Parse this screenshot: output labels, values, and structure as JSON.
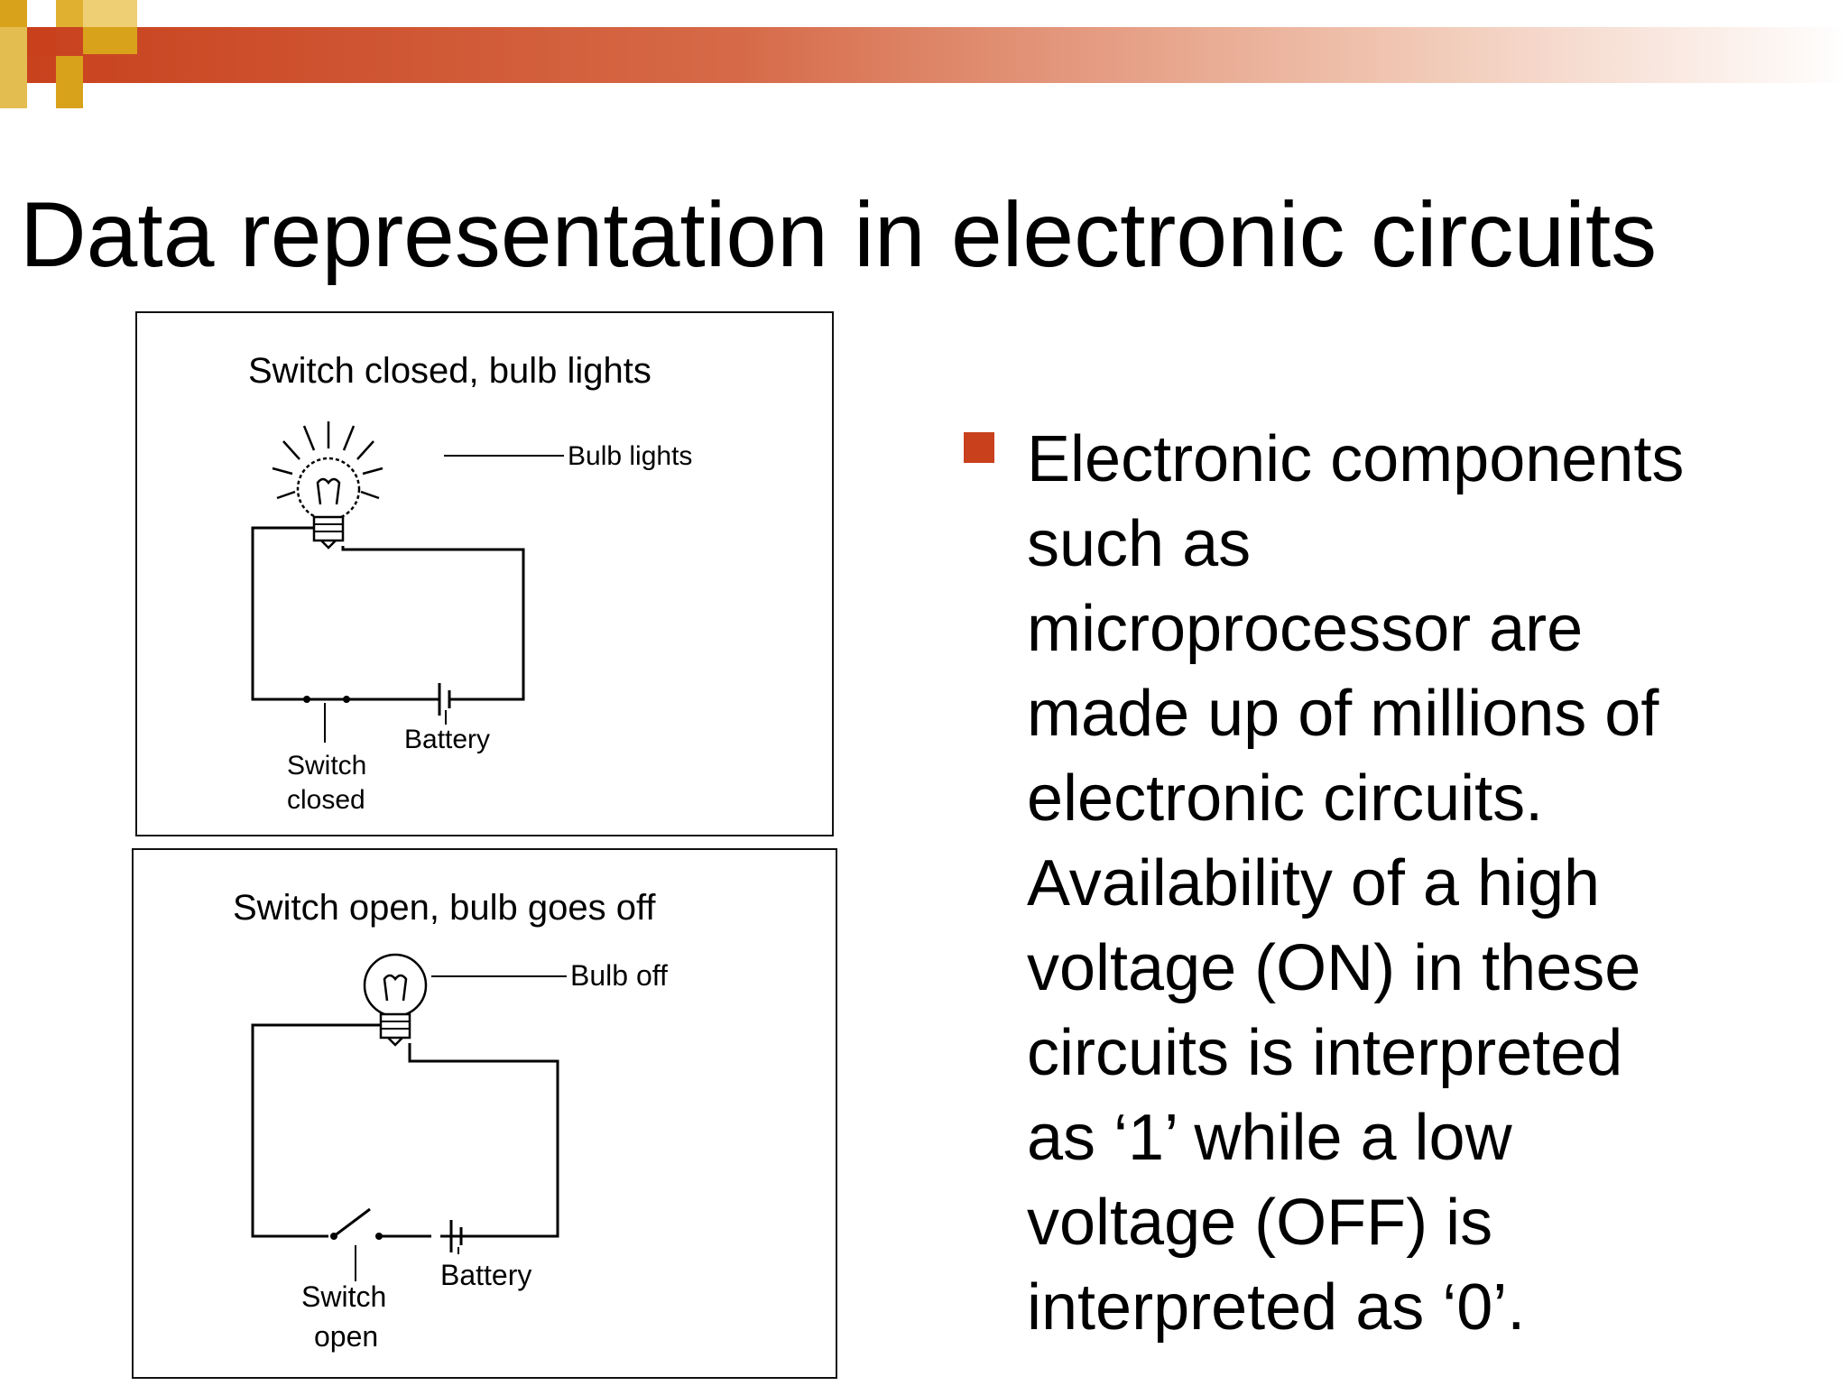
{
  "slide": {
    "title": "Data representation in electronic circuits",
    "accent_color": "#c8401c",
    "highlight_color": "#d9a21b"
  },
  "diagrams": [
    {
      "caption": "Switch closed, bulb lights",
      "bulb_label": "Bulb lights",
      "battery_label": "Battery",
      "switch_label_line1": "Switch",
      "switch_label_line2": "closed",
      "switch_state": "closed",
      "bulb_state": "on"
    },
    {
      "caption": "Switch open, bulb goes off",
      "bulb_label": "Bulb off",
      "battery_label": "Battery",
      "switch_label_line1": "Switch",
      "switch_label_line2": "open",
      "switch_state": "open",
      "bulb_state": "off"
    }
  ],
  "bullet": {
    "icon": "square-bullet-icon",
    "lines": [
      "Electronic components",
      "such as",
      "microprocessor are",
      "made up of millions of",
      "electronic circuits.",
      "Availability of a high",
      "voltage (ON) in these",
      "circuits is interpreted",
      "as ‘1’ while a low",
      "voltage (OFF) is",
      "interpreted as ‘0’."
    ]
  }
}
